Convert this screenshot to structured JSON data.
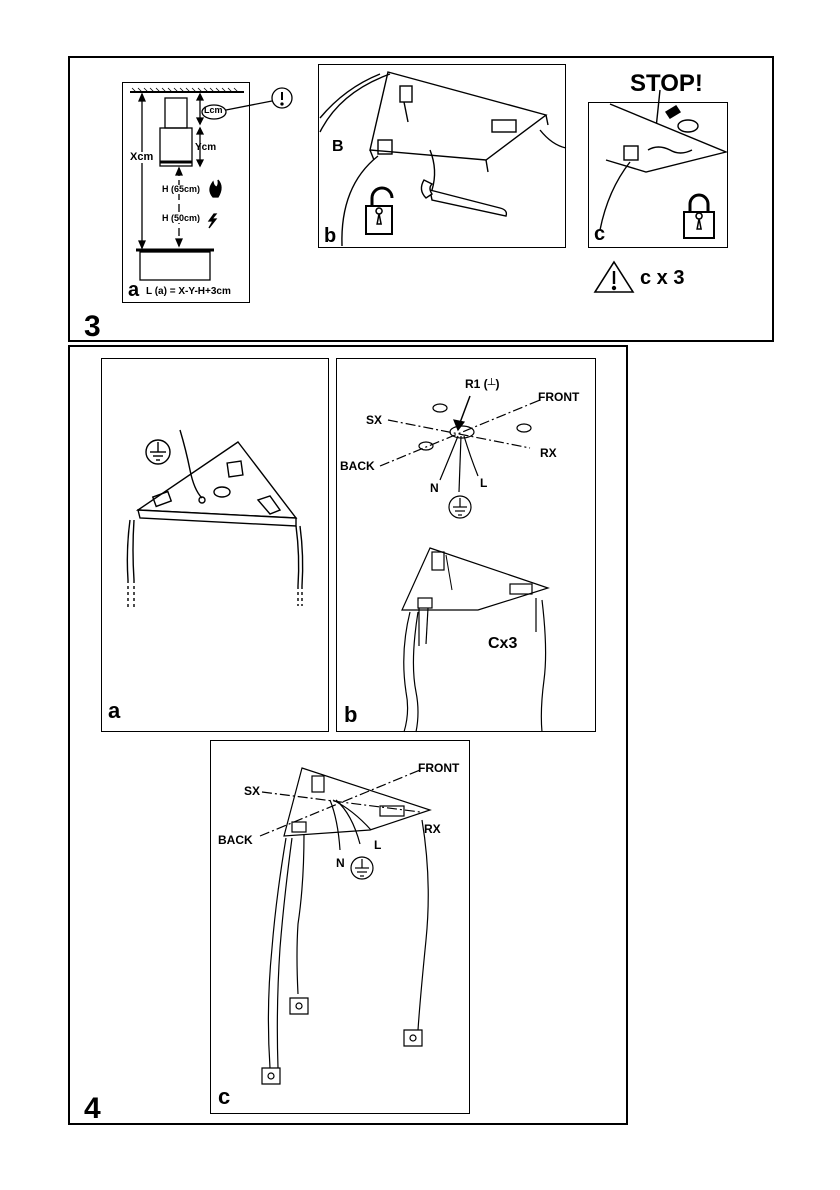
{
  "step3": {
    "number": "3",
    "panel_a": {
      "letter": "a",
      "label_lcm": "Lcm",
      "label_ycm": "Ycm",
      "label_xcm": "Xcm",
      "label_h65": "H (65cm)",
      "label_h50": "H (50cm)",
      "formula": "L (a) = X-Y-H+3cm"
    },
    "panel_b": {
      "letter": "b",
      "label_b": "B"
    },
    "panel_c": {
      "letter": "c"
    },
    "stop_text": "STOP!",
    "repeat_text": "c x 3"
  },
  "step4": {
    "number": "4",
    "panel_a": {
      "letter": "a"
    },
    "panel_b": {
      "letter": "b",
      "r1": "R1 (",
      "r1_close": ")",
      "front": "FRONT",
      "sx": "SX",
      "rx": "RX",
      "back": "BACK",
      "n": "N",
      "l": "L",
      "cx3": "Cx3"
    },
    "panel_c": {
      "letter": "c",
      "front": "FRONT",
      "sx": "SX",
      "rx": "RX",
      "back": "BACK",
      "n": "N",
      "l": "L"
    }
  }
}
